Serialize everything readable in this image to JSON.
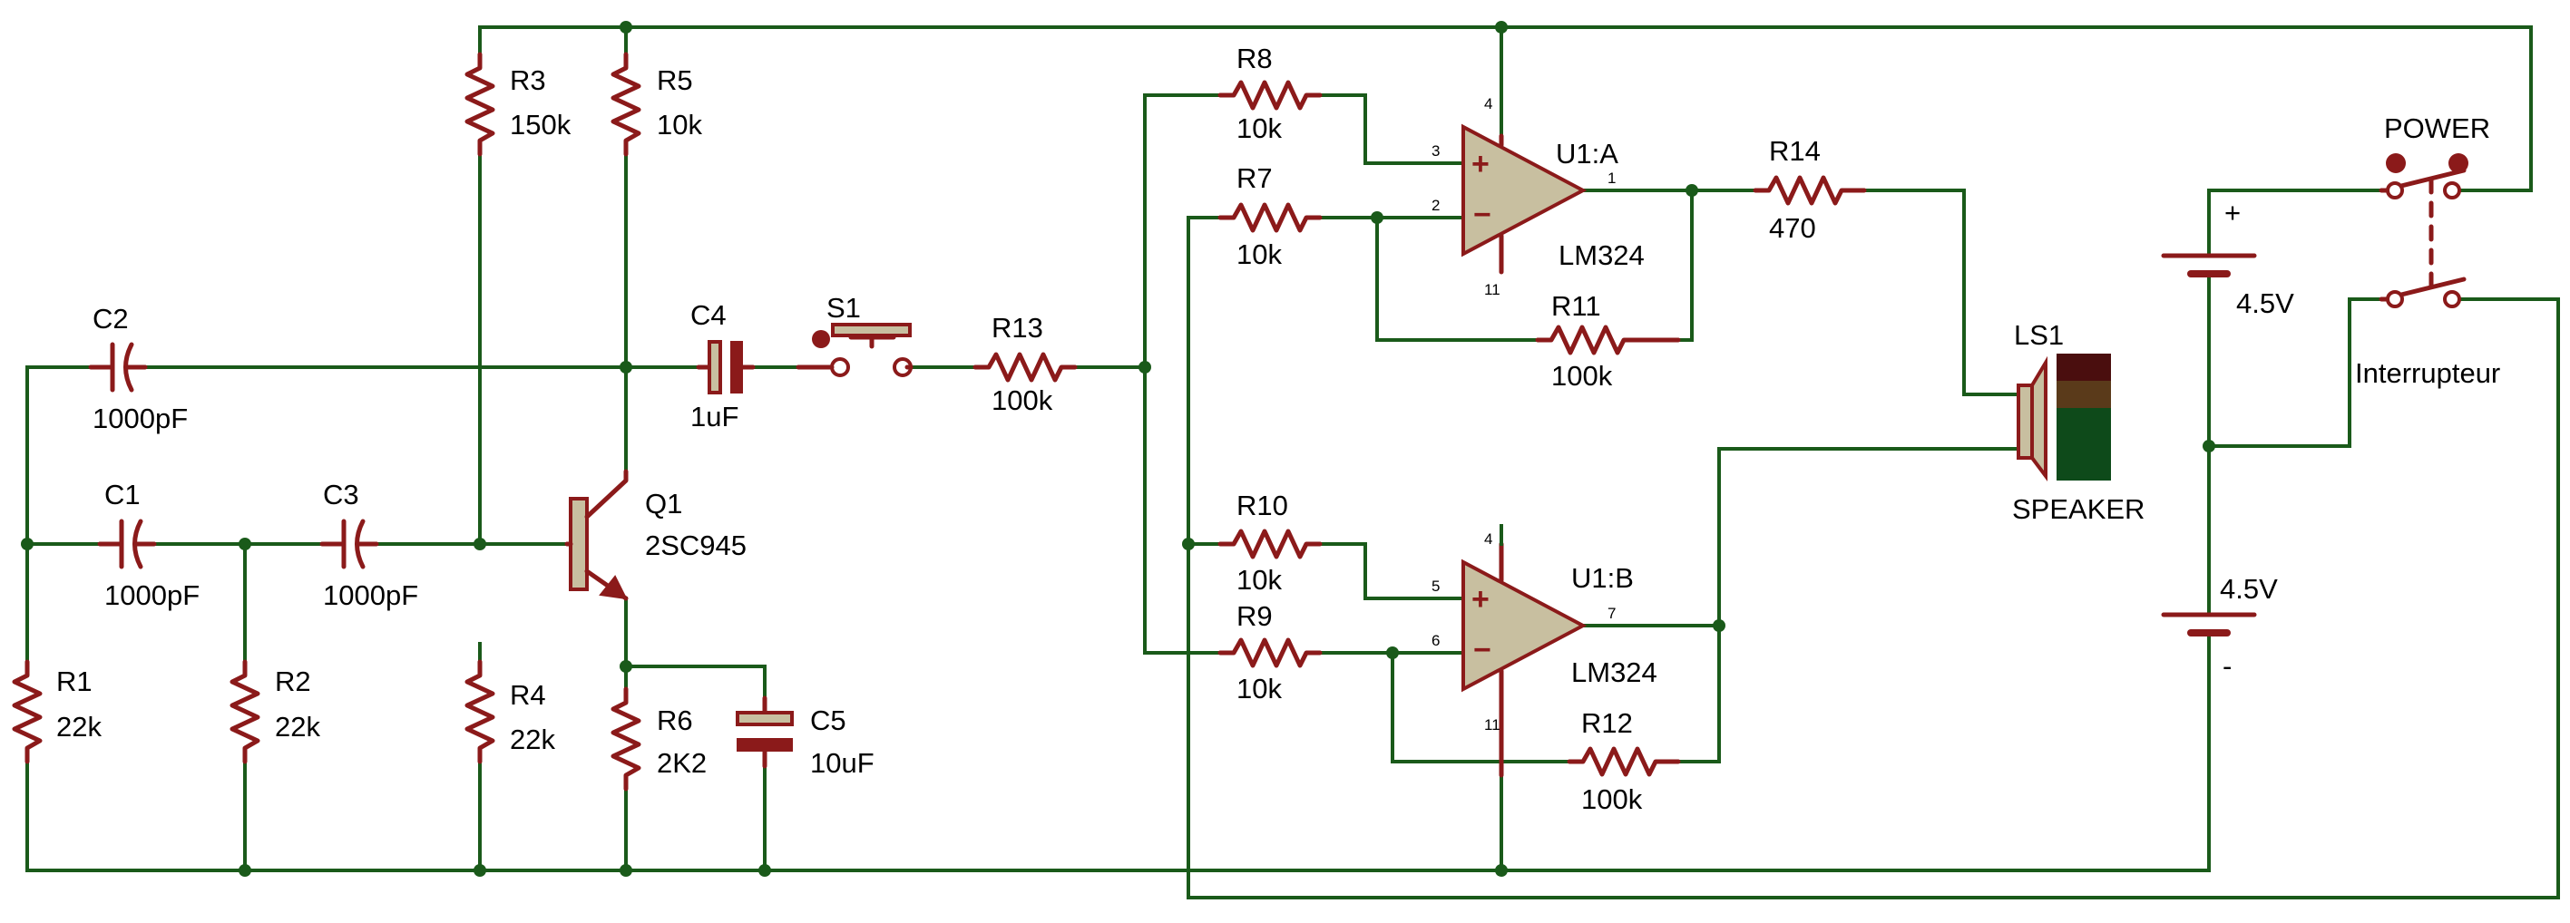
{
  "components": {
    "C2": {
      "ref": "C2",
      "value": "1000pF"
    },
    "C1": {
      "ref": "C1",
      "value": "1000pF"
    },
    "C3": {
      "ref": "C3",
      "value": "1000pF"
    },
    "R1": {
      "ref": "R1",
      "value": "22k"
    },
    "R2": {
      "ref": "R2",
      "value": "22k"
    },
    "R3": {
      "ref": "R3",
      "value": "150k"
    },
    "R4": {
      "ref": "R4",
      "value": "22k"
    },
    "R5": {
      "ref": "R5",
      "value": "10k"
    },
    "R6": {
      "ref": "R6",
      "value": "2K2"
    },
    "C4": {
      "ref": "C4",
      "value": "1uF"
    },
    "C5": {
      "ref": "C5",
      "value": "10uF"
    },
    "Q1": {
      "ref": "Q1",
      "value": "2SC945"
    },
    "S1": {
      "ref": "S1"
    },
    "R13": {
      "ref": "R13",
      "value": "100k"
    },
    "R8": {
      "ref": "R8",
      "value": "10k"
    },
    "R7": {
      "ref": "R7",
      "value": "10k"
    },
    "R10": {
      "ref": "R10",
      "value": "10k"
    },
    "R9": {
      "ref": "R9",
      "value": "10k"
    },
    "R11": {
      "ref": "R11",
      "value": "100k"
    },
    "R12": {
      "ref": "R12",
      "value": "100k"
    },
    "R14": {
      "ref": "R14",
      "value": "470"
    },
    "U1A": {
      "ref": "U1:A",
      "value": "LM324",
      "pins": {
        "in_plus": "3",
        "in_minus": "2",
        "out": "1",
        "vcc": "4",
        "gnd": "11"
      }
    },
    "U1B": {
      "ref": "U1:B",
      "value": "LM324",
      "pins": {
        "in_plus": "5",
        "in_minus": "6",
        "out": "7",
        "vcc": "4",
        "gnd": "11"
      }
    },
    "LS1": {
      "ref": "LS1",
      "value": "SPEAKER"
    },
    "BAT_TOP": {
      "value": "4.5V",
      "polarity": "+"
    },
    "BAT_BOT": {
      "value": "4.5V",
      "polarity": "-"
    },
    "SW": {
      "name": "POWER",
      "label": "Interrupteur"
    }
  },
  "symbols": {
    "plus": "+",
    "minus": "−"
  },
  "colors": {
    "wire": "#1a5a1a",
    "component": "#8b1a1a",
    "body_fill": "#c8bfa0"
  }
}
